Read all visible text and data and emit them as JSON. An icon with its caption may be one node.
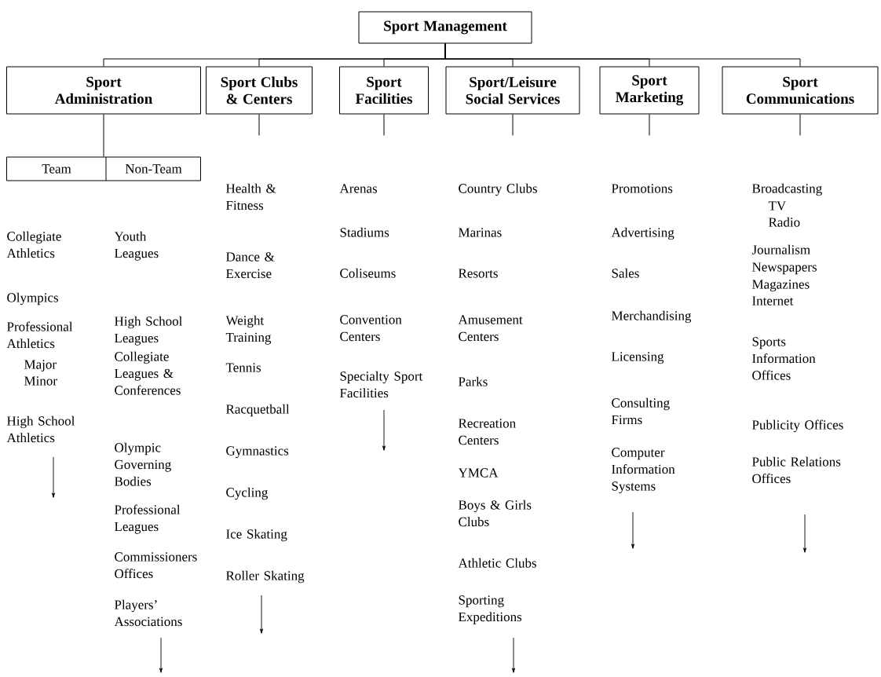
{
  "diagram": {
    "nodes": [
      {
        "text": [
          "Sport Management"
        ]
      },
      {
        "text": [
          "Sport Administration"
        ]
      },
      {
        "text": [
          "Sport Clubs & Centers"
        ]
      },
      {
        "text": [
          "Sport Facilities"
        ]
      },
      {
        "text": [
          "Sport/Leisure Social Services"
        ]
      },
      {
        "text": [
          "Sport Marketing"
        ]
      },
      {
        "text": [
          "Sport Communications"
        ]
      },
      {
        "text": [
          "Team",
          "Non-Team"
        ]
      }
    ],
    "edges": [
      {
        "from": 0,
        "to": 1,
        "arrow": "none"
      },
      {
        "from": 0,
        "to": 2,
        "arrow": "none"
      },
      {
        "from": 0,
        "to": 3,
        "arrow": "none"
      },
      {
        "from": 0,
        "to": 4,
        "arrow": "none"
      },
      {
        "from": 0,
        "to": 5,
        "arrow": "none"
      },
      {
        "from": 0,
        "to": 6,
        "arrow": "none"
      },
      {
        "from": 1,
        "to": 7,
        "arrow": "none"
      },
      {
        "from": 2,
        "to": null,
        "arrow": "none"
      },
      {
        "from": 3,
        "to": null,
        "arrow": "none"
      },
      {
        "from": 4,
        "to": null,
        "arrow": "none"
      },
      {
        "from": 5,
        "to": null,
        "arrow": "none"
      },
      {
        "from": 6,
        "to": null,
        "arrow": "none"
      }
    ],
    "labels": [
      "Collegiate Athletics",
      "Olympics",
      "Professional Athletics",
      "Major",
      "Minor",
      "High School Athletics",
      "Youth Leagues",
      "High School Leagues",
      "Collegiate Leagues & Conferences",
      "Olympic Governing Bodies",
      "Professional Leagues",
      "Commissioners Offices",
      "Players’ Associations",
      "Health & Fitness",
      "Dance & Exercise",
      "Weight Training",
      "Tennis",
      "Racquetball",
      "Gymnastics",
      "Cycling",
      "Ice Skating",
      "Roller Skating",
      "Arenas",
      "Stadiums",
      "Coliseums",
      "Convention Centers",
      "Specialty Sport Facilities",
      "Country Clubs",
      "Marinas",
      "Resorts",
      "Amusement Centers",
      "Parks",
      "Recreation Centers",
      "YMCA",
      "Boys & Girls Clubs",
      "Athletic Clubs",
      "Sporting Expeditions",
      "Promotions",
      "Advertising",
      "Sales",
      "Merchandising",
      "Licensing",
      "Consulting Firms",
      "Computer Information Systems",
      "Broadcasting",
      "TV",
      "Radio",
      "Journalism",
      "Newspapers",
      "Magazines",
      "Internet",
      "Sports Information Offices",
      "Publicity Offices",
      "Public Relations Offices"
    ]
  }
}
